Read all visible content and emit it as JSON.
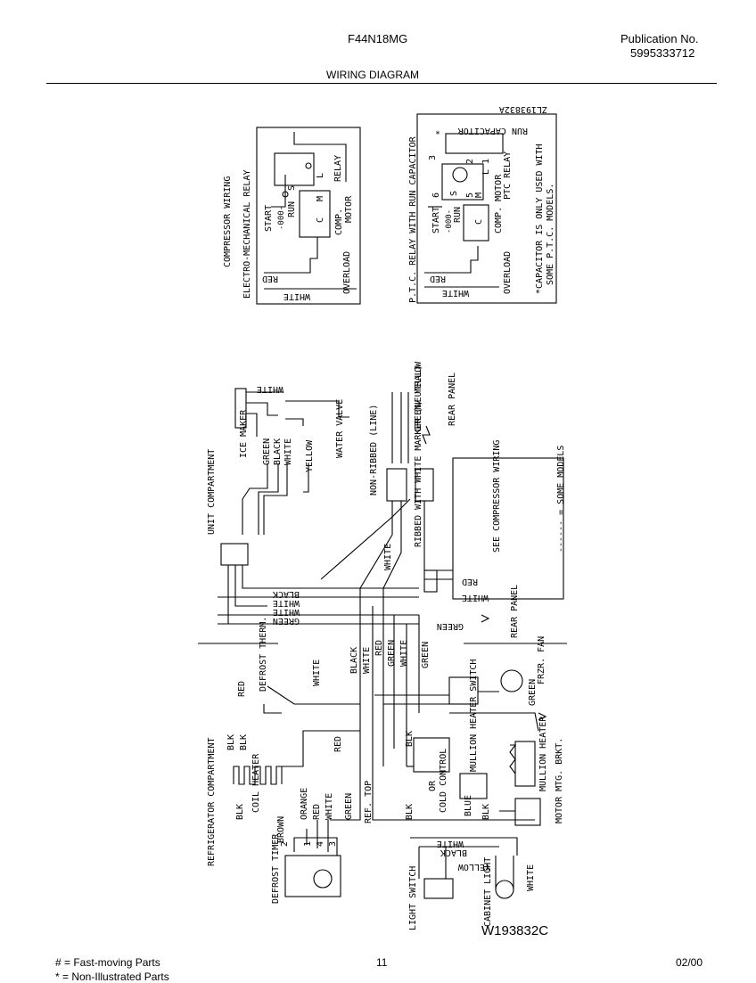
{
  "header": {
    "model": "F44N18MG",
    "publication_label": "Publication No.",
    "publication_number": "5995333712",
    "title": "WIRING DIAGRAM"
  },
  "compressor_section": {
    "title": "COMPRESSOR WIRING",
    "electro_relay_title": "ELECTRO-MECHANICAL RELAY",
    "ptc_title": "P.T.C. RELAY WITH RUN CAPACITOR",
    "part_ref": "ZL193832A",
    "run_capacitor": "RUN CAPACITOR",
    "asterisk": "*",
    "capacitor_note_1": "*CAPACITOR IS ONLY USED WITH",
    "capacitor_note_2": "SOME P.T.C. MODELS.",
    "relay": "RELAY",
    "ptc_relay": "PTC RELAY",
    "comp_motor": "COMP. MOTOR",
    "comp": "COMP.",
    "motor": "MOTOR",
    "start": "START",
    "run": "RUN",
    "overload": "OVERLOAD",
    "red": "RED",
    "white": "WHITE",
    "s": "S",
    "m": "M",
    "l": "L",
    "c": "C",
    "coil_sym": "-000-",
    "n1": "1",
    "n2": "2",
    "n3": "3",
    "n5": "5",
    "n6": "6"
  },
  "main_diagram": {
    "unit_compartment": "UNIT COMPARTMENT",
    "refrigerator_compartment": "REFRIGERATOR COMPARTMENT",
    "ice_maker": "ICE MAKER",
    "water_valve": "WATER VALVE",
    "rear_panel": "REAR PANEL",
    "see_compressor_wiring": "SEE COMPRESSOR WIRING",
    "some_models": "------ = SOME MODELS",
    "non_ribbed": "NON-RIBBED (LINE)",
    "ribbed": "RIBBED WITH WHITE MARKER (NEUTRAL)",
    "defrost_therm": "DEFROST THERM.",
    "frzr_fan": "FRZR. FAN",
    "coil_heater": "COIL HEATER",
    "mullion_heater_switch": "MULLION HEATER SWITCH",
    "mullion_heater": "MULLION HEATER",
    "motor_mtg_brkt": "MOTOR MTG. BRKT.",
    "cold_control": "COLD CONTROL",
    "ref_top": "REF. TOP",
    "defrost_timer": "DEFROST TIMER",
    "light_switch": "LIGHT SWITCH",
    "cabinet_light": "CABINET LIGHT",
    "green_yellow": "GREEN/ YELLOW",
    "white": "WHITE",
    "black": "BLACK",
    "green": "GREEN",
    "yellow": "YELLOW",
    "red": "RED",
    "orange": "ORANGE",
    "brown": "BROWN",
    "blue": "BLUE",
    "blk": "BLK",
    "or": "OR",
    "t1": "1",
    "t2": "2",
    "t3": "3",
    "t4": "4",
    "diagram_code": "W193832C"
  },
  "footer": {
    "fast_moving": "# = Fast-moving Parts",
    "non_illustrated": "* = Non-Illustrated Parts",
    "page": "11",
    "date": "02/00"
  }
}
